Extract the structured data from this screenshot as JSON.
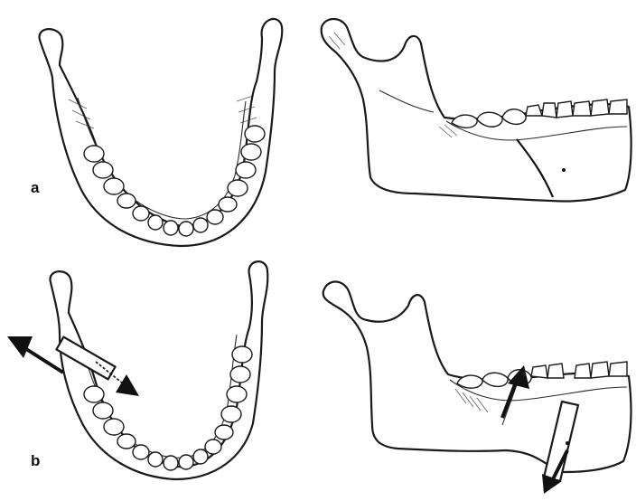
{
  "figure": {
    "panels": [
      {
        "id": "a",
        "label": "a"
      },
      {
        "id": "b",
        "label": "b"
      }
    ]
  }
}
